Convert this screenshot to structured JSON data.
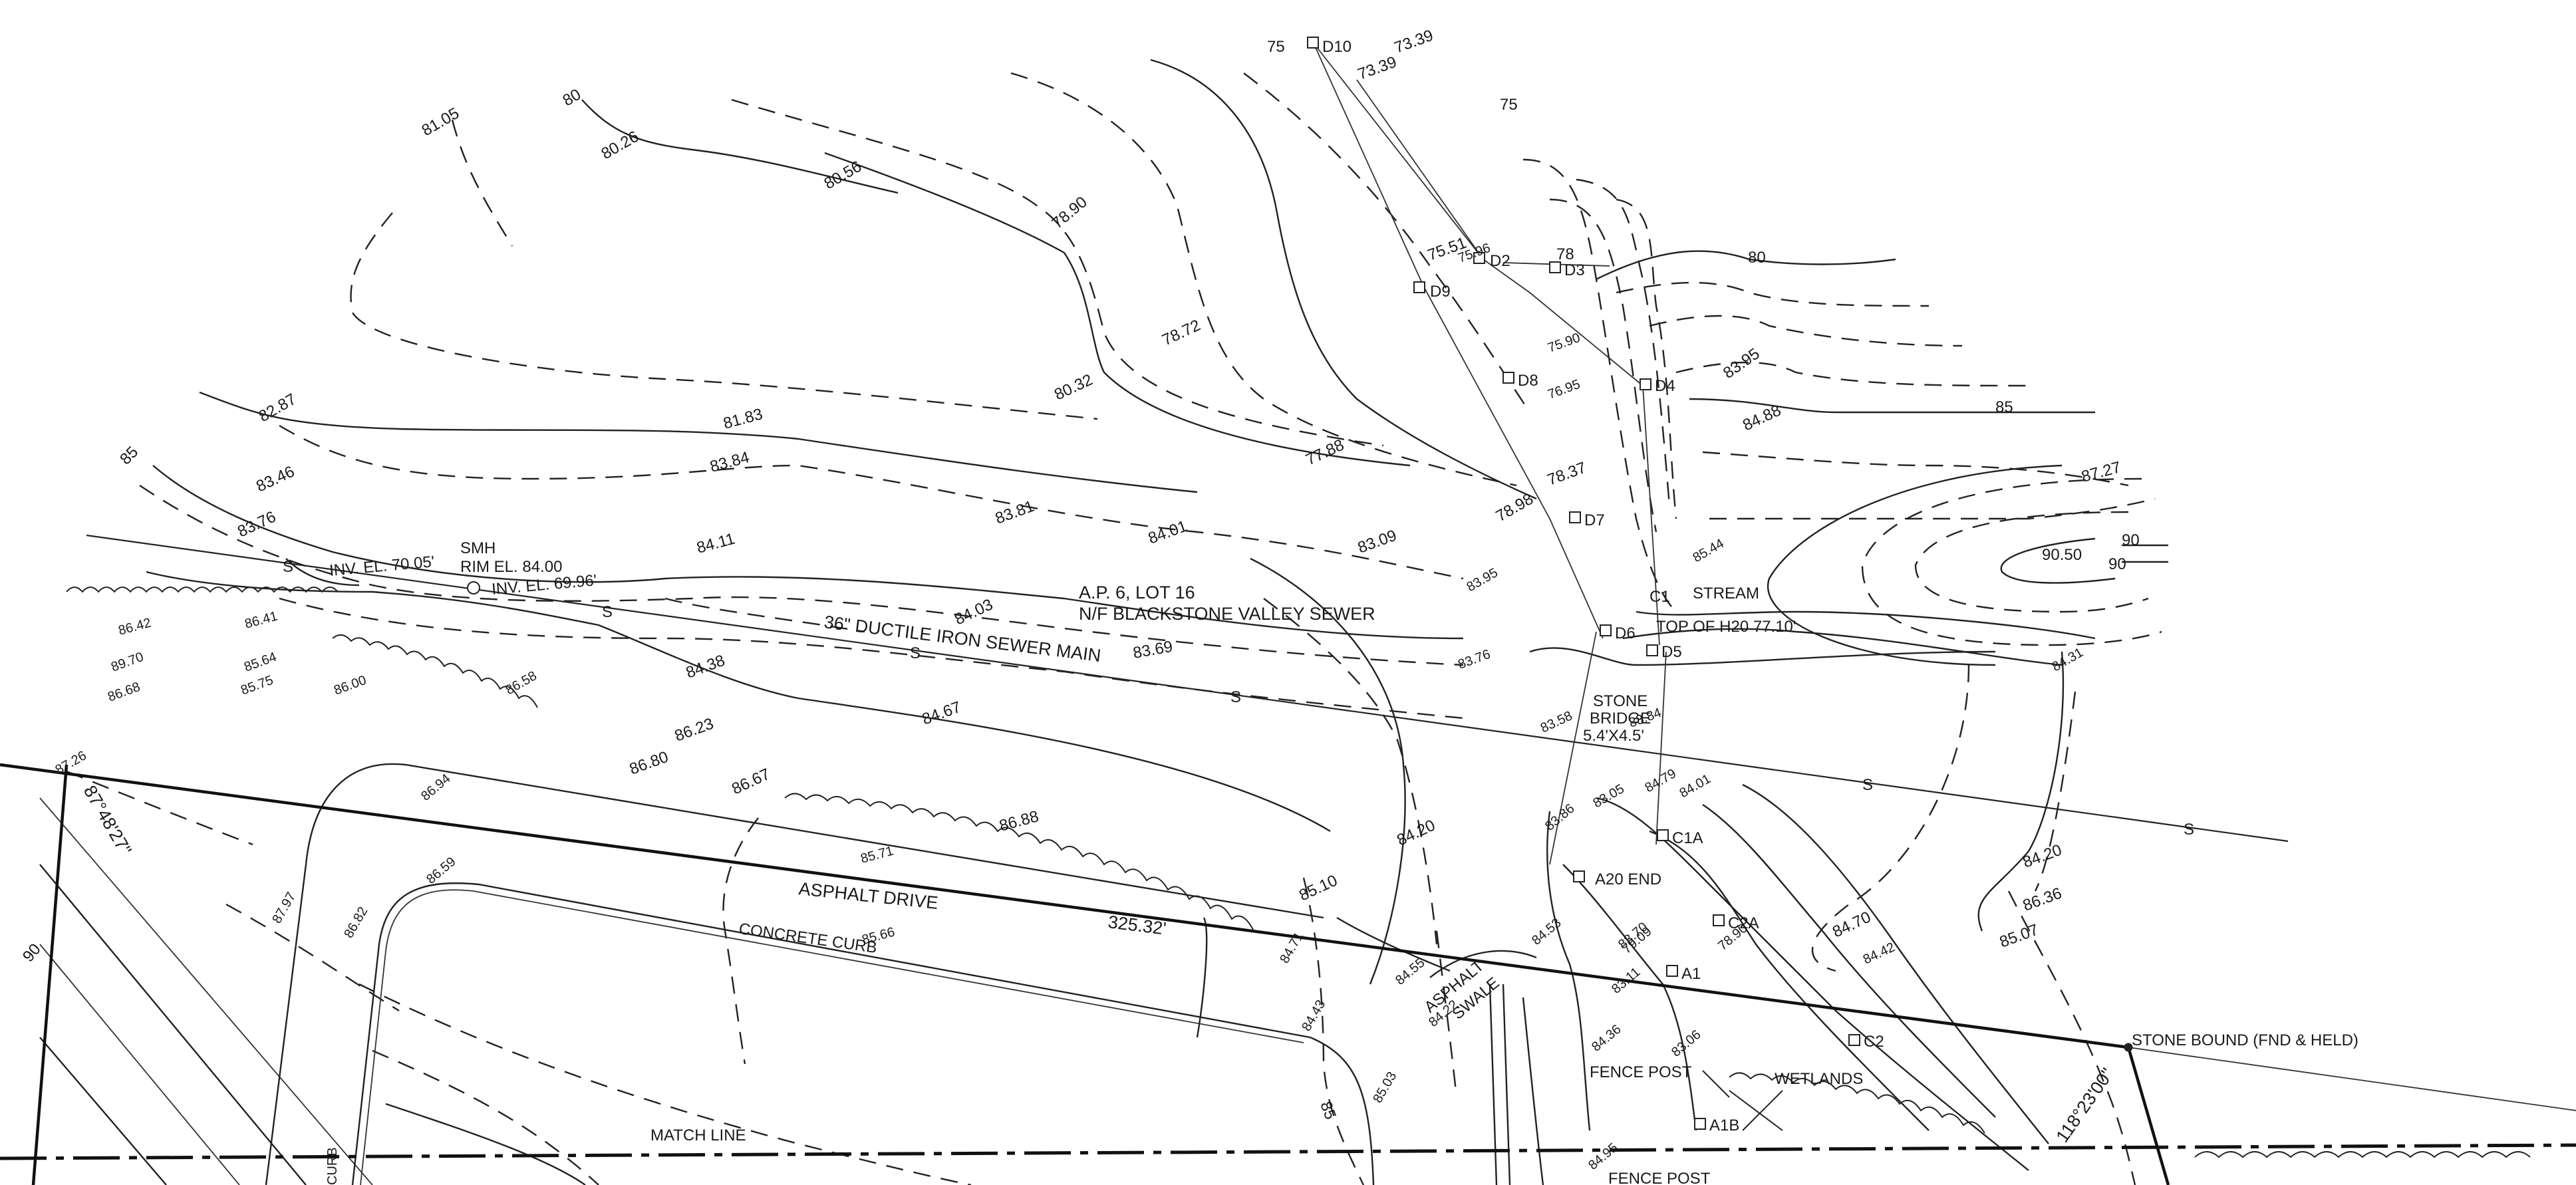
{
  "spots": [
    {
      "id": "s1",
      "text": "81.05"
    },
    {
      "id": "s2",
      "text": "80"
    },
    {
      "id": "s3",
      "text": "80.26"
    },
    {
      "id": "s4",
      "text": "80.56"
    },
    {
      "id": "s5",
      "text": "78.90"
    },
    {
      "id": "s6",
      "text": "78.72"
    },
    {
      "id": "s7",
      "text": "80.32"
    },
    {
      "id": "s8",
      "text": "77.88"
    },
    {
      "id": "s9",
      "text": "82.87"
    },
    {
      "id": "s10",
      "text": "81.83"
    },
    {
      "id": "s11",
      "text": "83.84"
    },
    {
      "id": "s12",
      "text": "83.81"
    },
    {
      "id": "s13",
      "text": "84.01"
    },
    {
      "id": "s14",
      "text": "83.09"
    },
    {
      "id": "s15",
      "text": "85"
    },
    {
      "id": "s16",
      "text": "83.46"
    },
    {
      "id": "s17",
      "text": "83.76"
    },
    {
      "id": "s18",
      "text": "84.11"
    },
    {
      "id": "s19",
      "text": "84.03"
    },
    {
      "id": "s20",
      "text": "83.69"
    },
    {
      "id": "s21",
      "text": "84.38"
    },
    {
      "id": "s22",
      "text": "84.67"
    },
    {
      "id": "s23",
      "text": "86.42"
    },
    {
      "id": "s24",
      "text": "86.41"
    },
    {
      "id": "s25",
      "text": "89.70"
    },
    {
      "id": "s26",
      "text": "86.68"
    },
    {
      "id": "s27",
      "text": "85.64"
    },
    {
      "id": "s28",
      "text": "85.75"
    },
    {
      "id": "s29",
      "text": "86.00"
    },
    {
      "id": "s30",
      "text": "86.58"
    },
    {
      "id": "s31",
      "text": "86.23"
    },
    {
      "id": "s32",
      "text": "86.80"
    },
    {
      "id": "s33",
      "text": "86.67"
    },
    {
      "id": "s34",
      "text": "86.88"
    },
    {
      "id": "s35",
      "text": "85.10"
    },
    {
      "id": "s36",
      "text": "84.20"
    },
    {
      "id": "s37",
      "text": "87.26"
    },
    {
      "id": "s38",
      "text": "90"
    },
    {
      "id": "s39",
      "text": "86.94"
    },
    {
      "id": "s40",
      "text": "86.59"
    },
    {
      "id": "s41",
      "text": "87.97"
    },
    {
      "id": "s42",
      "text": "86.82"
    },
    {
      "id": "s43",
      "text": "85.71"
    },
    {
      "id": "s44",
      "text": "85.66"
    },
    {
      "id": "s45",
      "text": "84.71"
    },
    {
      "id": "s46",
      "text": "84.43"
    },
    {
      "id": "s47",
      "text": "85.03"
    },
    {
      "id": "s48",
      "text": "85"
    },
    {
      "id": "s49",
      "text": "75"
    },
    {
      "id": "s50",
      "text": "73.39"
    },
    {
      "id": "s51",
      "text": "73.39"
    },
    {
      "id": "s52",
      "text": "75"
    },
    {
      "id": "s53",
      "text": "75.51"
    },
    {
      "id": "s54",
      "text": "75.96"
    },
    {
      "id": "s55",
      "text": "78"
    },
    {
      "id": "s56",
      "text": "80"
    },
    {
      "id": "s57",
      "text": "75.90"
    },
    {
      "id": "s58",
      "text": "76.95"
    },
    {
      "id": "s59",
      "text": "83.95"
    },
    {
      "id": "s60",
      "text": "84.88"
    },
    {
      "id": "s61",
      "text": "85"
    },
    {
      "id": "s62",
      "text": "87.27"
    },
    {
      "id": "s63",
      "text": "90.50"
    },
    {
      "id": "s64",
      "text": "90"
    },
    {
      "id": "s65",
      "text": "90"
    },
    {
      "id": "s66",
      "text": "78.98"
    },
    {
      "id": "s67",
      "text": "78.37"
    },
    {
      "id": "s68",
      "text": "85.44"
    },
    {
      "id": "s69",
      "text": "83.95"
    },
    {
      "id": "s70",
      "text": "83.76"
    },
    {
      "id": "s71",
      "text": "83.58"
    },
    {
      "id": "s72",
      "text": "84.31"
    },
    {
      "id": "s73",
      "text": "83.84"
    },
    {
      "id": "s74",
      "text": "84.20"
    },
    {
      "id": "s75",
      "text": "86.36"
    },
    {
      "id": "s76",
      "text": "85.07"
    },
    {
      "id": "s77",
      "text": "84.70"
    },
    {
      "id": "s78",
      "text": "84.42"
    },
    {
      "id": "s79",
      "text": "84.55"
    },
    {
      "id": "s80",
      "text": "84.22"
    },
    {
      "id": "s81",
      "text": "84.53"
    },
    {
      "id": "s82",
      "text": "83.86"
    },
    {
      "id": "s83",
      "text": "83.70"
    },
    {
      "id": "s84",
      "text": "83.11"
    },
    {
      "id": "s85",
      "text": "84.36"
    },
    {
      "id": "s86",
      "text": "84.95"
    },
    {
      "id": "s87",
      "text": "83.06"
    },
    {
      "id": "s88",
      "text": "84.79"
    },
    {
      "id": "s89",
      "text": "83.05"
    },
    {
      "id": "s90",
      "text": "79.09"
    },
    {
      "id": "s91",
      "text": "78.90"
    },
    {
      "id": "s92",
      "text": "84.01"
    }
  ],
  "points": [
    {
      "id": "D10",
      "label": "D10"
    },
    {
      "id": "D9",
      "label": "D9"
    },
    {
      "id": "D2",
      "label": "D2"
    },
    {
      "id": "D3",
      "label": "D3"
    },
    {
      "id": "D8",
      "label": "D8"
    },
    {
      "id": "D4",
      "label": "D4"
    },
    {
      "id": "D7",
      "label": "D7"
    },
    {
      "id": "D6",
      "label": "D6"
    },
    {
      "id": "D5",
      "label": "D5"
    },
    {
      "id": "C1A",
      "label": "C1A"
    },
    {
      "id": "C2A",
      "label": "C2A"
    },
    {
      "id": "C2",
      "label": "C2"
    },
    {
      "id": "A1",
      "label": "A1"
    },
    {
      "id": "A1B",
      "label": "A1B"
    }
  ],
  "annotations": {
    "smh": "SMH",
    "rim_el": "RIM EL. 84.00",
    "inv_el_east": "INV. EL. 69.96'",
    "inv_el_west": "INV. EL. 70.05'",
    "lot_line1": "A.P. 6, LOT 16",
    "lot_line2": "N/F BLACKSTONE VALLEY SEWER",
    "sewer_main": "36\" DUCTILE IRON SEWER MAIN",
    "sewer_s": "S",
    "stream": "STREAM",
    "top_h2o": "TOP OF H20 77.10'",
    "c1": "C1",
    "bridge1": "STONE",
    "bridge2": "BRIDGE",
    "bridge3": "5.4'X4.5'",
    "asphalt_drive": "ASPHALT DRIVE",
    "concrete_curb": "CONCRETE CURB",
    "distance": "325.32'",
    "bearing_left": "87°48'27\"",
    "bearing_right": "118°23'00\"",
    "asphalt_swale1": "ASPHALT",
    "asphalt_swale2": "SWALE",
    "a20_end": "A20 END",
    "fence_post_1": "FENCE POST",
    "fence_post_2": "FENCE POST",
    "wetlands": "WETLANDS",
    "stone_bound": "STONE BOUND (FND & HELD)",
    "match_line": "MATCH LINE",
    "curb_vertical": "CURB"
  }
}
